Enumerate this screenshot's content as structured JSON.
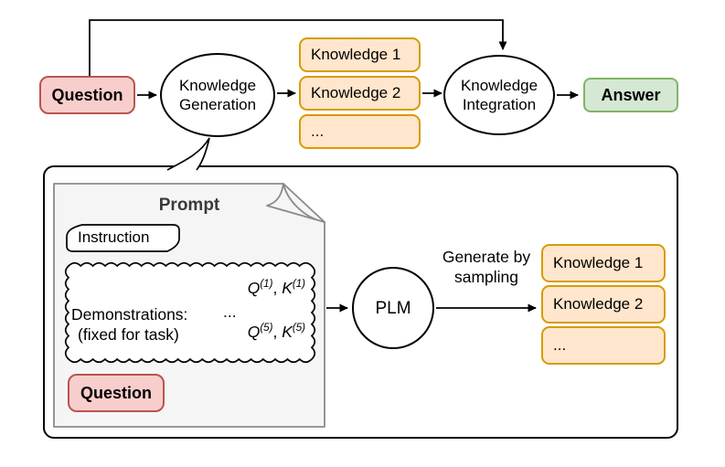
{
  "colors": {
    "question_fill": "#f8cecc",
    "question_border": "#b85450",
    "knowledge_fill": "#ffe6cc",
    "knowledge_border": "#d79b00",
    "answer_fill": "#d5e8d4",
    "answer_border": "#82b366",
    "prompt_panel_fill": "#f5f5f5",
    "prompt_panel_border": "#8a8a8a",
    "line_color": "#000000",
    "prompt_title_color": "#3a3a3a"
  },
  "top_flow": {
    "question": "Question",
    "kg_line1": "Knowledge",
    "kg_line2": "Generation",
    "knowledge_stack": [
      "Knowledge 1",
      "Knowledge 2",
      "..."
    ],
    "ki_line1": "Knowledge",
    "ki_line2": "Integration",
    "answer": "Answer"
  },
  "callout": {
    "prompt_title": "Prompt",
    "instruction": "Instruction",
    "demonstrations": {
      "label": "Demonstrations:",
      "sublabel": "(fixed for task)",
      "dots": "...",
      "pair1": {
        "q": "Q",
        "qsup": "(1)",
        "sep": ", ",
        "k": "K",
        "ksup": "(1)"
      },
      "pair5": {
        "q": "Q",
        "qsup": "(5)",
        "sep": ", ",
        "k": "K",
        "ksup": "(5)"
      }
    },
    "question": "Question",
    "plm": "PLM",
    "arrow_label_line1": "Generate by",
    "arrow_label_line2": "sampling",
    "knowledge_stack": [
      "Knowledge 1",
      "Knowledge 2",
      "..."
    ]
  }
}
